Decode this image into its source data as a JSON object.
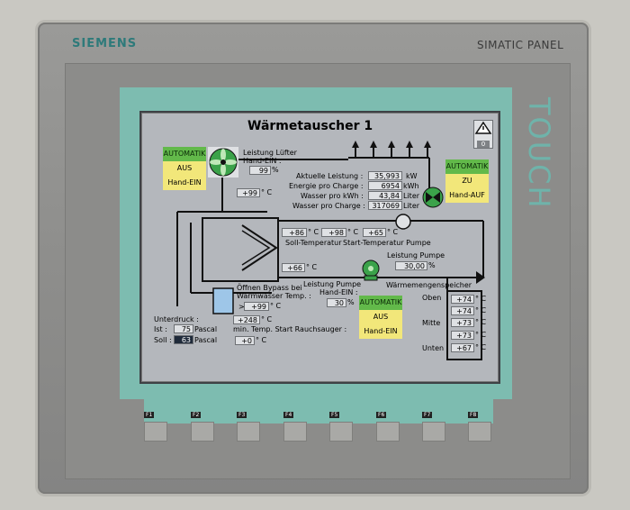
{
  "device": {
    "brand": "SIEMENS",
    "model": "SIMATIC PANEL",
    "touch_label": "TOUCH"
  },
  "screen": {
    "title": "Wärmetauscher 1",
    "alarm_count": "0",
    "fan_block": {
      "mode": "AUTOMATIK",
      "state": "AUS",
      "manual": "Hand-EIN"
    },
    "fan_label_1": "Leistung Lüfter",
    "fan_label_2": "Hand-EIN :",
    "fan_power": "99",
    "fan_power_unit": "%",
    "temp_top_left": "+99",
    "unit_c": "° C",
    "current_power_label": "Aktuelle Leistung :",
    "current_power_value": "35,993",
    "current_power_unit": "kW",
    "energy_label": "Energie pro Charge :",
    "energy_value": "6954",
    "energy_unit": "kWh",
    "water_kwh_label": "Wasser pro kWh :",
    "water_kwh_value": "43,84",
    "water_kwh_unit": "Liter",
    "water_charge_label": "Wasser pro Charge :",
    "water_charge_value": "317069",
    "water_charge_unit": "Liter",
    "valve_block": {
      "mode": "AUTOMATIK",
      "state": "ZU",
      "manual": "Hand-AUF"
    },
    "soll_temp_value": "+86",
    "start_temp_value": "+98",
    "start_pump_value": "+65",
    "soll_temp_label": "Soll-Temperatur",
    "start_temp_label": "Start-Temperatur Pumpe",
    "pump_power_label": "Leistung Pumpe",
    "pump_power_value": "30,00",
    "pump_power_unit": "%",
    "return_temp": "+66",
    "pump_manual_label_1": "Leistung Pumpe",
    "pump_manual_label_2": "Hand-EIN :",
    "pump_manual_value": "30",
    "pump_manual_unit": "%",
    "storage_label": "Wärmemengenspeicher",
    "pump_block": {
      "mode": "AUTOMATIK",
      "state": "AUS",
      "manual": "Hand-EIN"
    },
    "bypass_label_1": "Öffnen Bypass bei",
    "bypass_label_2": "Warmwasser Temp. :",
    "bypass_value": "+99",
    "bypass_prefix": ">",
    "vacuum_label": "Unterdruck :",
    "ist_label": "Ist :",
    "ist_value": "75",
    "soll_label": "Soll :",
    "soll_value": "63",
    "pascal_unit": "Pascal",
    "min_temp_value": "+248",
    "min_temp_label": "min. Temp. Start Rauchsauger :",
    "min_temp_2": "+0",
    "storage_levels": [
      {
        "label": "Oben",
        "values": [
          "+74",
          "+74"
        ]
      },
      {
        "label": "Mitte",
        "values": [
          "+73"
        ]
      },
      {
        "label": "Unten",
        "values": [
          "+73",
          "+67"
        ]
      }
    ]
  },
  "function_keys": [
    "F1",
    "F2",
    "F3",
    "F4",
    "F5",
    "F6",
    "F7",
    "F8"
  ]
}
